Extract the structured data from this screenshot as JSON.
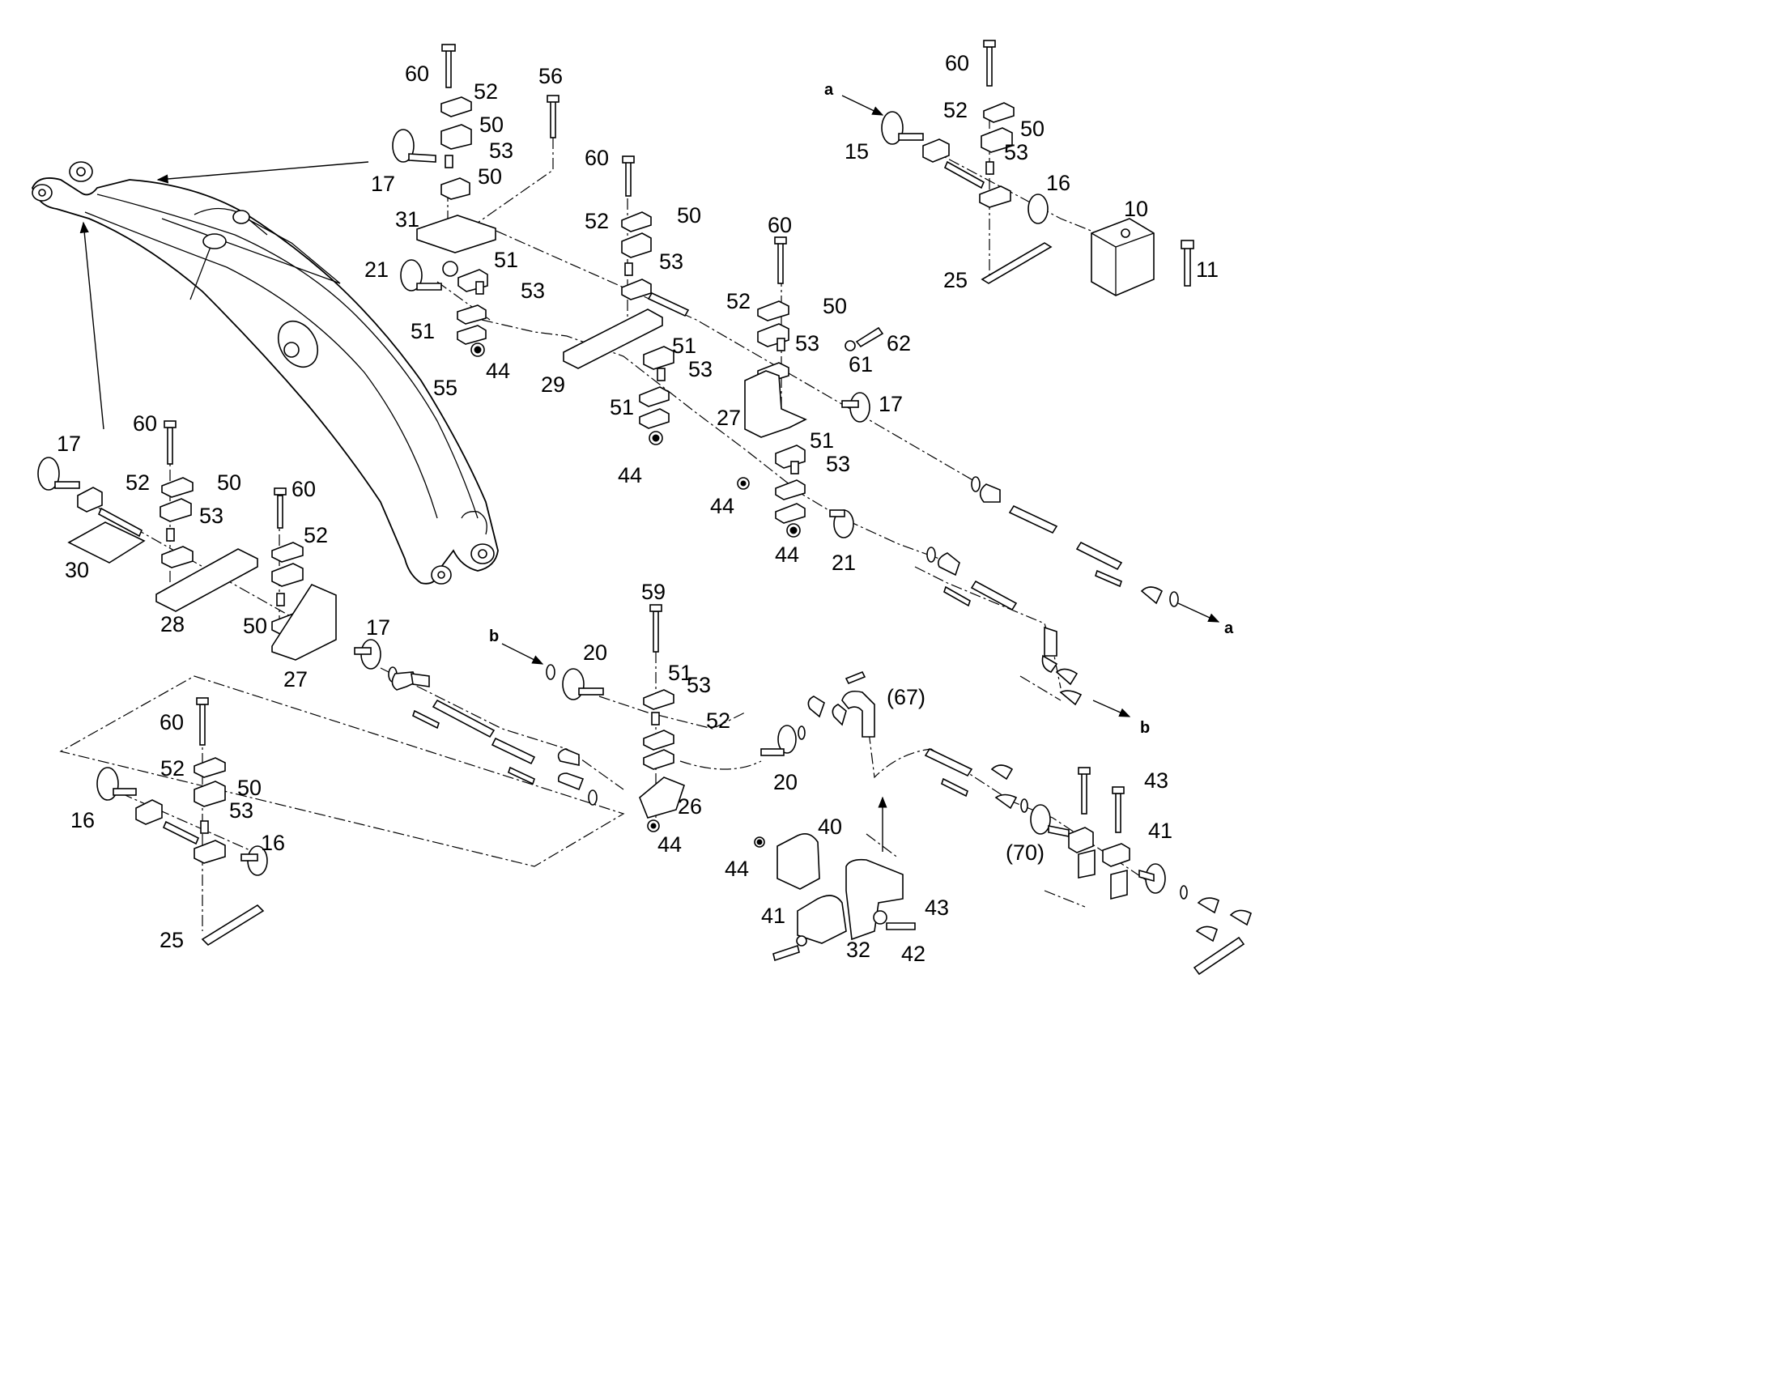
{
  "parts": {
    "p60": "60",
    "p52": "52",
    "p50": "50",
    "p53": "53",
    "p56": "56",
    "p17": "17",
    "p31": "31",
    "p21": "21",
    "p51": "51",
    "p55": "55",
    "p44": "44",
    "p29": "29",
    "p27": "27",
    "p62": "62",
    "p61": "61",
    "p15": "15",
    "p16": "16",
    "p10": "10",
    "p11": "11",
    "p25": "25",
    "p30": "30",
    "p28": "28",
    "p59": "59",
    "p20": "20",
    "p26": "26",
    "p67": "(67)",
    "p40": "40",
    "p32": "32",
    "p41": "41",
    "p42": "42",
    "p43": "43",
    "p70": "(70)"
  },
  "refs": {
    "a": "a",
    "b": "b"
  }
}
